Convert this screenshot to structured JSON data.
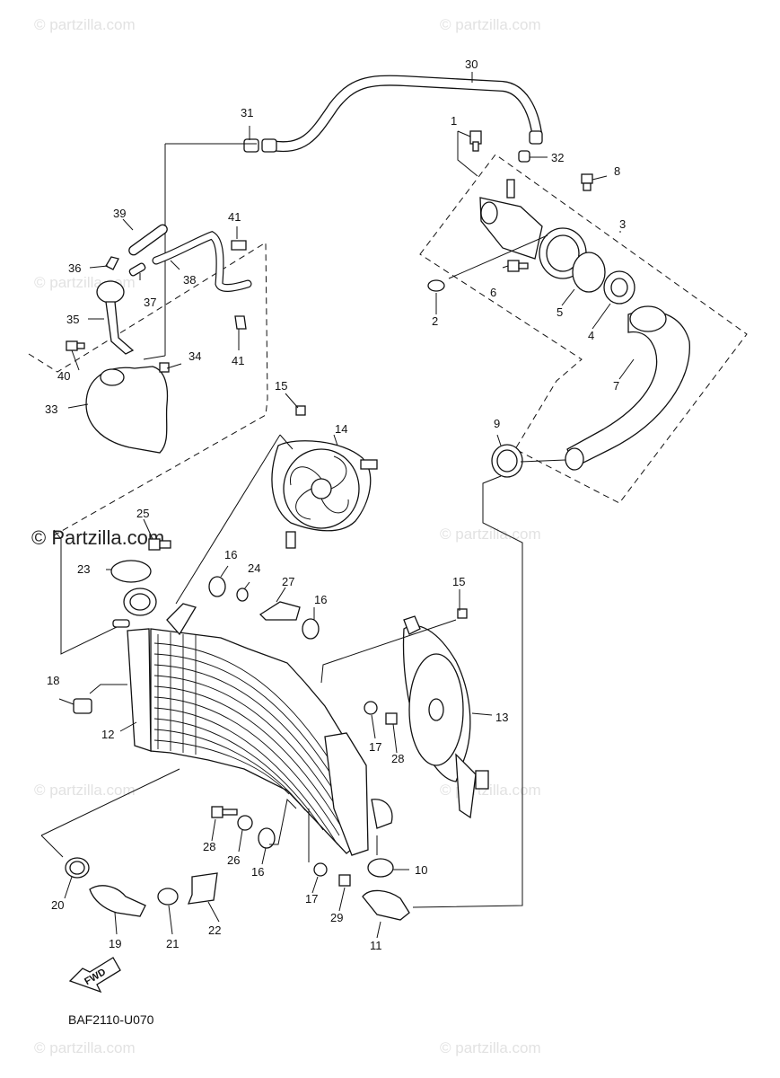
{
  "watermark_text": "© Partzilla.com",
  "watermark_small": "© partzilla.com",
  "diagram_code": "BAF2110-U070",
  "fwd_label": "FWD",
  "callouts": {
    "c1": "1",
    "c2": "2",
    "c3": "3",
    "c4": "4",
    "c5": "5",
    "c6": "6",
    "c7": "7",
    "c8": "8",
    "c9": "9",
    "c10": "10",
    "c11": "11",
    "c12": "12",
    "c13": "13",
    "c14": "14",
    "c15a": "15",
    "c15b": "15",
    "c16a": "16",
    "c16b": "16",
    "c16c": "16",
    "c17a": "17",
    "c17b": "17",
    "c18": "18",
    "c19": "19",
    "c20": "20",
    "c21": "21",
    "c22": "22",
    "c23": "23",
    "c24": "24",
    "c25": "25",
    "c26": "26",
    "c27": "27",
    "c28a": "28",
    "c28b": "28",
    "c29": "29",
    "c30": "30",
    "c31": "31",
    "c32": "32",
    "c33": "33",
    "c34": "34",
    "c35": "35",
    "c36": "36",
    "c37": "37",
    "c38": "38",
    "c39": "39",
    "c40": "40",
    "c41a": "41",
    "c41b": "41"
  }
}
